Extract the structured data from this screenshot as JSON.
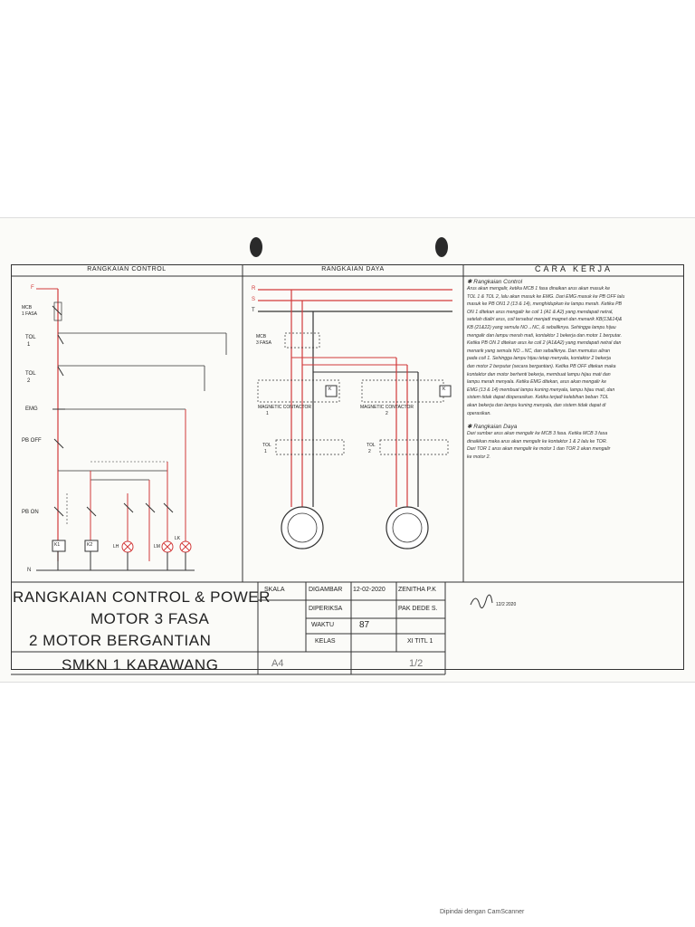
{
  "sections": {
    "control": "RANGKAIAN CONTROL",
    "power": "RANGKAIAN DAYA",
    "work": "CARA KERJA"
  },
  "control_labels": {
    "f": "F",
    "n": "N",
    "mcb": "MCB",
    "mcb_phase": "1 FASA",
    "tol1": "TOL",
    "tol1_num": "1",
    "tol2": "TOL",
    "tol2_num": "2",
    "emg": "EMG",
    "pboff": "PB OFF",
    "pbon": "PB ON",
    "k1": "K1",
    "k2": "K2",
    "lh": "LH",
    "lm": "LM",
    "lk": "LK"
  },
  "power_labels": {
    "r": "R",
    "s": "S",
    "t": "T",
    "mcb": "MCB",
    "mcb_phase": "3 FASA",
    "contactor1": "MAGNETIC CONTACTOR",
    "contactor1_num": "1",
    "contactor2": "MAGNETIC CONTACTOR",
    "contactor2_num": "2",
    "tol1": "TOL",
    "tol1_num": "1",
    "tol2": "TOL",
    "tol2_num": "2",
    "k": "K"
  },
  "work": {
    "control_heading": "✱ Rangkaian Control",
    "control_lines": [
      "Arus akan mengalir, ketika MCB 1 fasa dinaikan arus akan masuk ke",
      "TOL 1 & TOL 2, lalu akan masuk ke EMG. Dari EMG masuk ke PB OFF lalu",
      "masuk ke PB ON1 2 (13 & 14), menghidupkan ke lampu merah. Ketika PB",
      "ON 1 ditekan arus mengalir ke coil 1 (A1 & A2) yang mendapati netral,",
      "setelah dialiri arus, coil tersebut menjadi magnet dan menarik KB(13&14)&",
      "KB (21&22) yang semula NO→NC, & sebaliknya. Sehingga lampu hijau",
      "mengalir dan lampu merah mati, kontaktor 1 bekerja dan motor 1 berputar.",
      "Ketika PB ON 2 ditekan arus ke coil 2 (A1&A2) yang mendapati netral dan",
      "menarik yang semula NO→NC, dan sebaliknya. Dan memutus aliran",
      "pada coil 1. Sehingga lampu hijau tetap menyala, kontaktor 2 bekerja",
      "dan motor 2 berputar (secara bergantian). Ketika PB OFF ditekan maka",
      "kontaktor dan motor berhenti bekerja, membuat lampu hijau mati dan",
      "lampu merah menyala. Ketika EMG ditekan, arus akan mengalir ke",
      "EMG (13 & 14) membuat lampu kuning menyala, lampu hijau mati, dan",
      "sistem tidak dapat dioperasikan. Ketika terjadi kelebihan beban TOL",
      "akan bekerja dan lampu kuning menyala, dan sistem tidak dapat di",
      "operasikan."
    ],
    "power_heading": "✱ Rangkaian Daya",
    "power_lines": [
      "Dari sumber arus akan mengalir ke MCB 3 fasa. Ketika MCB 3 fasa",
      "dinaikkan maka arus akan mengalir ke kontaktor 1 & 2 lalu ke TOR.",
      "Dari TOR 1 arus akan mengalir ke motor 1 dan TOR 2 akan mengalir",
      "ke motor 2."
    ]
  },
  "title_block": {
    "line1": "RANGKAIAN CONTROL & POWER",
    "line2": "MOTOR 3 FASA",
    "line3": "2 MOTOR BERGANTIAN",
    "school": "SMKN 1 KARAWANG",
    "skala": "SKALA",
    "digambar": "DIGAMBAR",
    "date": "12-02-2020",
    "drawer": "ZENITHA P.K",
    "diperiksa": "DIPERIKSA",
    "checker": "PAK DEDE S.",
    "waktu": "WAKTU",
    "grade": "87",
    "kelas": "KELAS",
    "class_value": "XI TITL 1",
    "paper": "A4",
    "sheet": "1/2",
    "sign_date": "12/2 2020"
  },
  "footer": "Dipindai dengan CamScanner",
  "colors": {
    "red": "#d23a3a",
    "ink": "#333333",
    "paper": "#fbfbf8"
  }
}
